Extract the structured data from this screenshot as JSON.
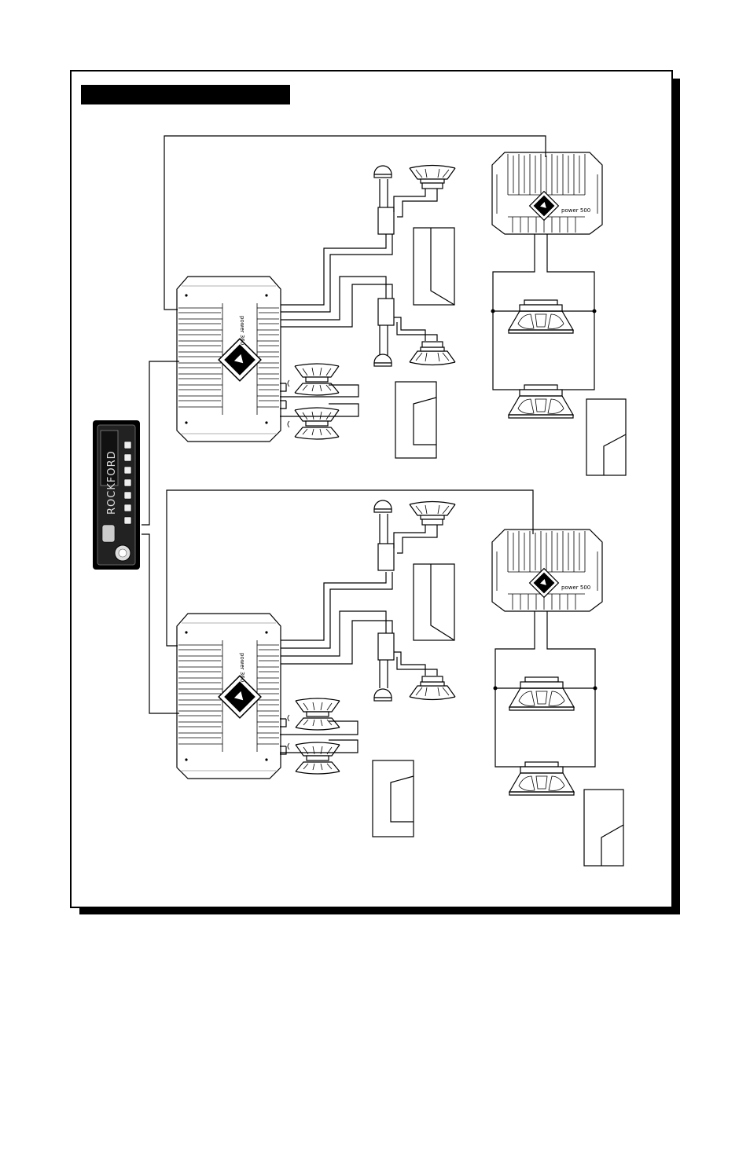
{
  "title_bar": {
    "text": ""
  },
  "head_unit": {
    "brand": "ROCKFORD"
  },
  "amplifiers": [
    {
      "id": "amp-4ch-top",
      "model": "power 360"
    },
    {
      "id": "amp-4ch-bottom",
      "model": "power 360"
    },
    {
      "id": "amp-2ch-top",
      "model": "power 500"
    },
    {
      "id": "amp-2ch-bottom",
      "model": "power 500"
    }
  ],
  "colors": {
    "ink": "#000000",
    "paper": "#ffffff",
    "metal": "#999999"
  }
}
